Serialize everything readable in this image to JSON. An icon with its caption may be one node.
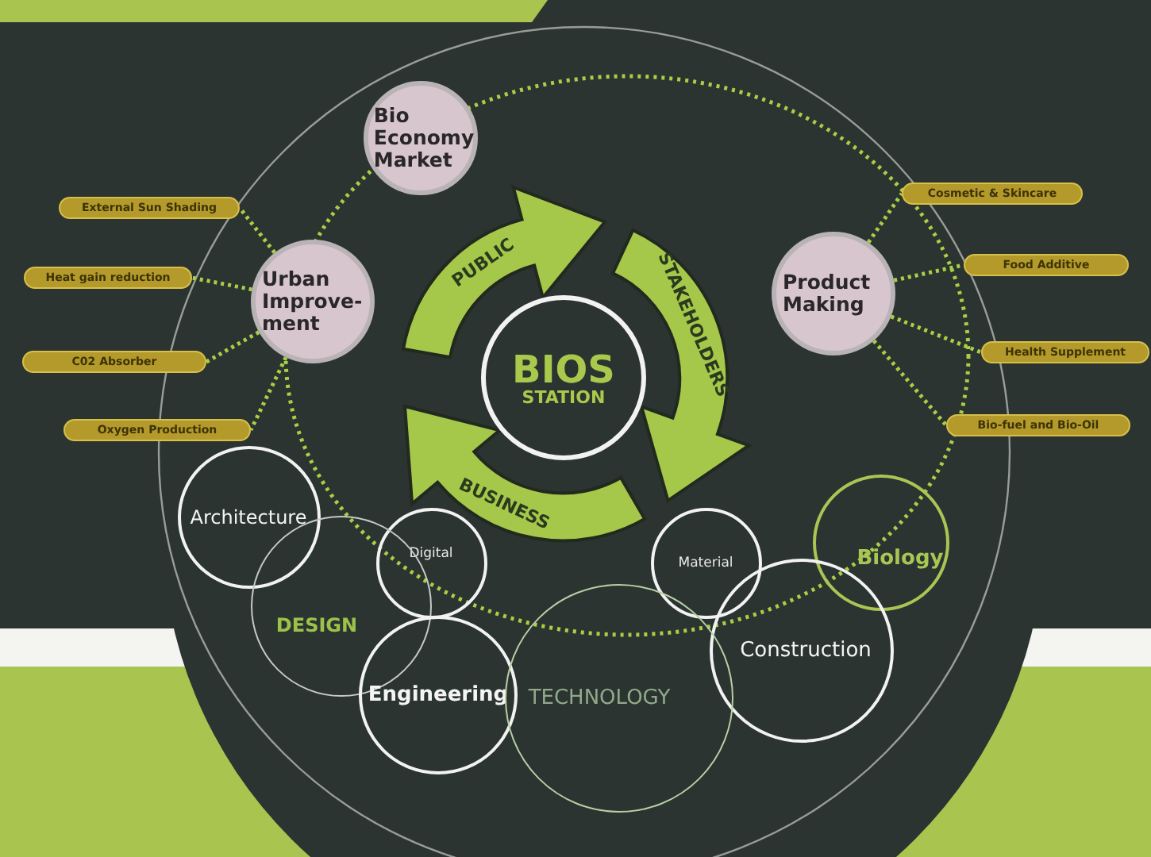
{
  "diagram": {
    "nodes": [
      {
        "text": [
          "Bio Economy Market"
        ]
      },
      {
        "text": [
          "Urban Improve-ment"
        ]
      },
      {
        "text": [
          "BIOS",
          "STATION"
        ]
      },
      {
        "text": [
          "Product Making"
        ]
      },
      {
        "text": [
          "External Sun Shading"
        ]
      },
      {
        "text": [
          "Heat gain reduction"
        ]
      },
      {
        "text": [
          "C02 Absorber"
        ]
      },
      {
        "text": [
          "Oxygen Production"
        ]
      },
      {
        "text": [
          "Cosmetic & Skincare"
        ]
      },
      {
        "text": [
          "Food Additive"
        ]
      },
      {
        "text": [
          "Health Supplement"
        ]
      },
      {
        "text": [
          "Bio-fuel and Bio-Oil"
        ]
      },
      {
        "text": [
          "Architecture"
        ]
      },
      {
        "text": [
          "Biology"
        ]
      },
      {
        "text": [
          "Digital"
        ]
      },
      {
        "text": [
          "Material"
        ]
      },
      {
        "text": [
          "DESIGN"
        ]
      },
      {
        "text": [
          "Construction"
        ]
      },
      {
        "text": [
          "Engineering"
        ]
      },
      {
        "text": [
          "TECHNOLOGY"
        ]
      },
      {
        "text": [
          "PUBLIC"
        ]
      },
      {
        "text": [
          "STAKEHOLDERS"
        ]
      },
      {
        "text": [
          "BUSINESS"
        ]
      }
    ],
    "edges": [
      {
        "from": 1,
        "to": 4,
        "arrow": "none",
        "style": "dashed"
      },
      {
        "from": 1,
        "to": 5,
        "arrow": "none",
        "style": "dashed"
      },
      {
        "from": 1,
        "to": 6,
        "arrow": "none",
        "style": "dashed"
      },
      {
        "from": 1,
        "to": 7,
        "arrow": "none",
        "style": "dashed"
      },
      {
        "from": 3,
        "to": 8,
        "arrow": "none",
        "style": "dashed"
      },
      {
        "from": 3,
        "to": 9,
        "arrow": "none",
        "style": "dashed"
      },
      {
        "from": 3,
        "to": 10,
        "arrow": "none",
        "style": "dashed"
      },
      {
        "from": 3,
        "to": 11,
        "arrow": "none",
        "style": "dashed"
      }
    ]
  }
}
